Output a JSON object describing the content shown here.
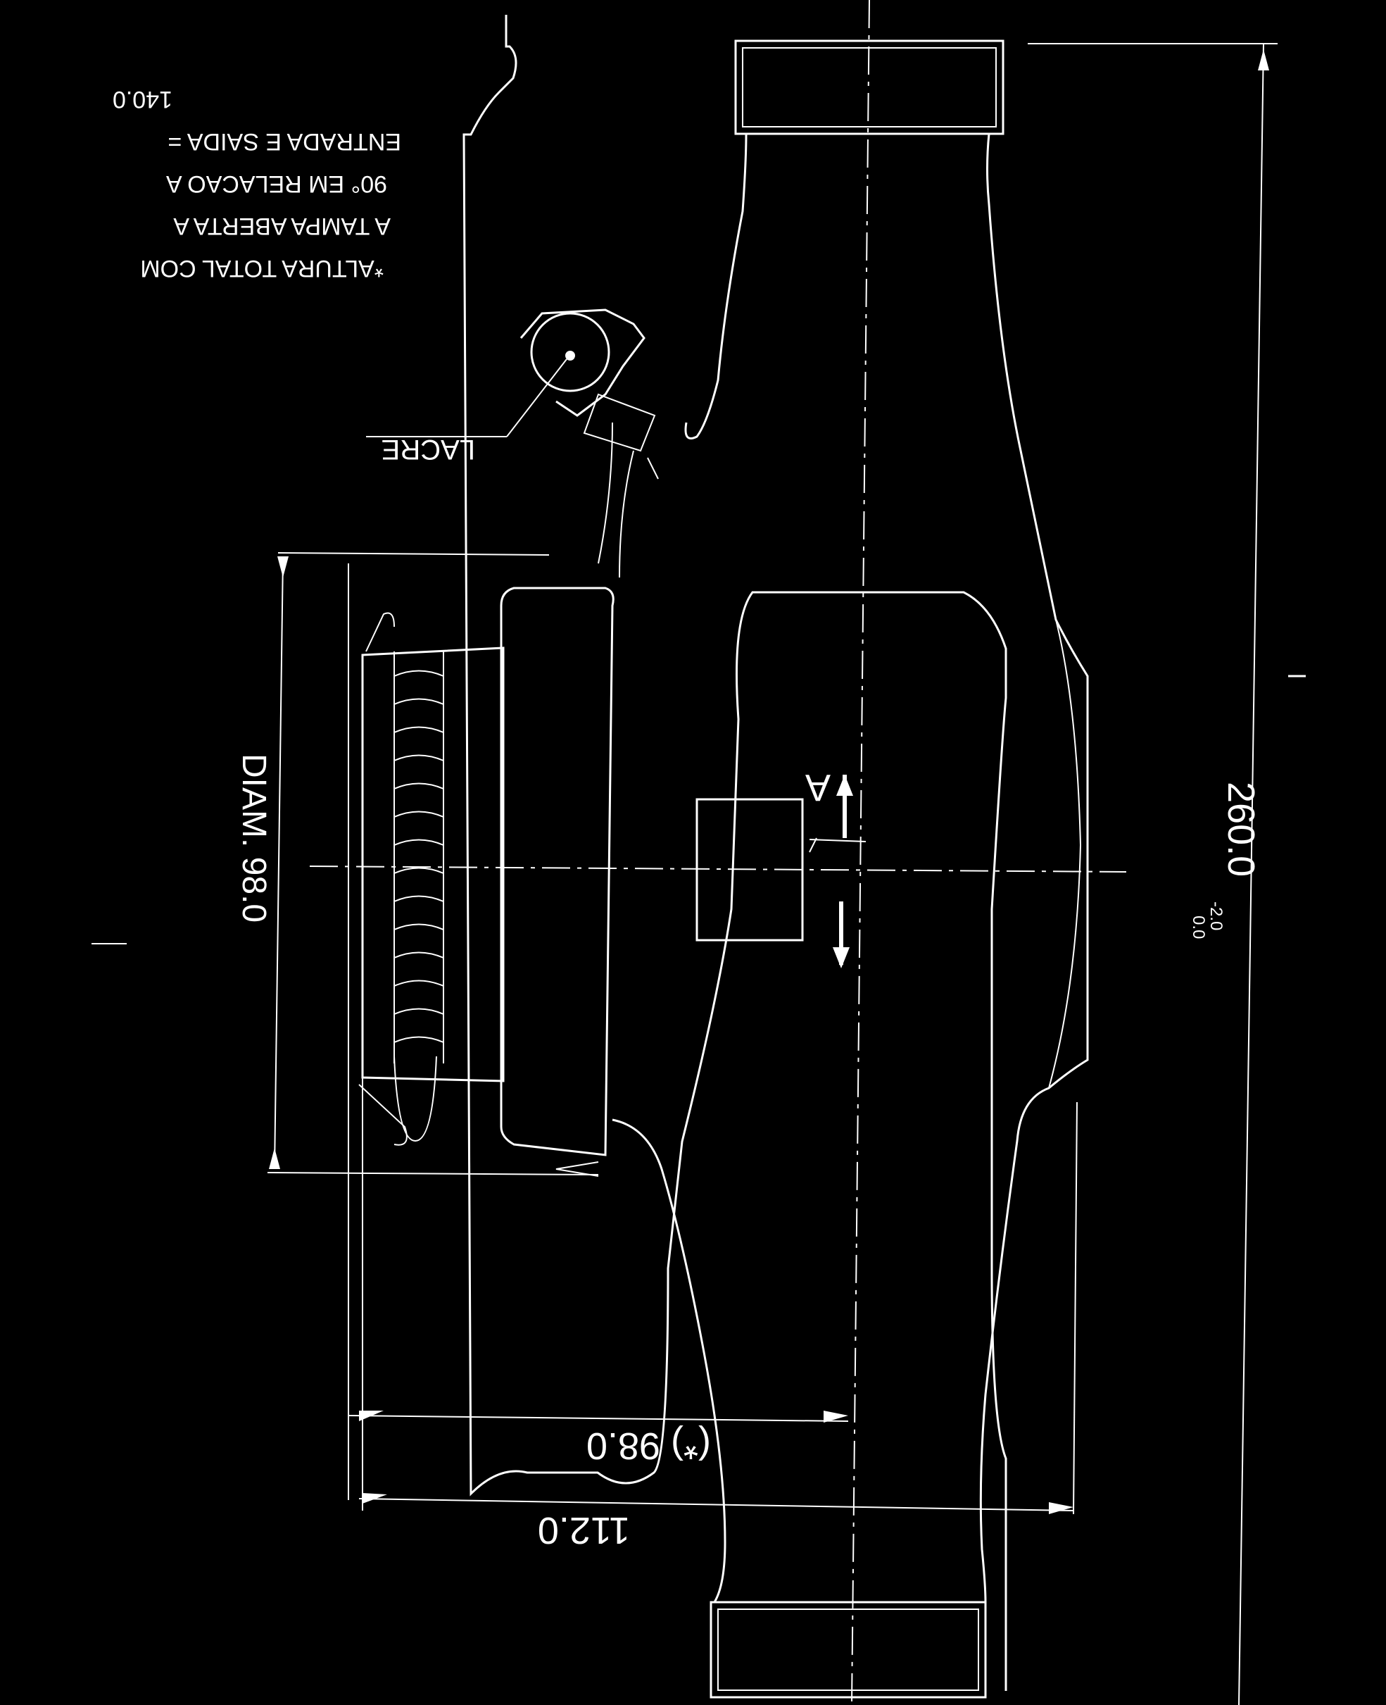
{
  "drawing": {
    "note": {
      "line1": "*ALTURA TOTAL COM",
      "line2": "A TAMPA ABERTA A",
      "line3": "90° EM RELACAO A",
      "line4": "ENTRADA E SAIDA =",
      "line5": "140.0"
    },
    "seal_label": "LACRE",
    "diameter_label": "DIAM. 98.0",
    "length_label": "260.0",
    "length_tolerance_upper": "0.0",
    "length_tolerance_lower": "-2.0",
    "height_label": "(*) 98.0",
    "total_height_label": "112.0",
    "flow_arrow_label": "A"
  },
  "colors": {
    "background": "#000000",
    "ink": "#ffffff"
  }
}
